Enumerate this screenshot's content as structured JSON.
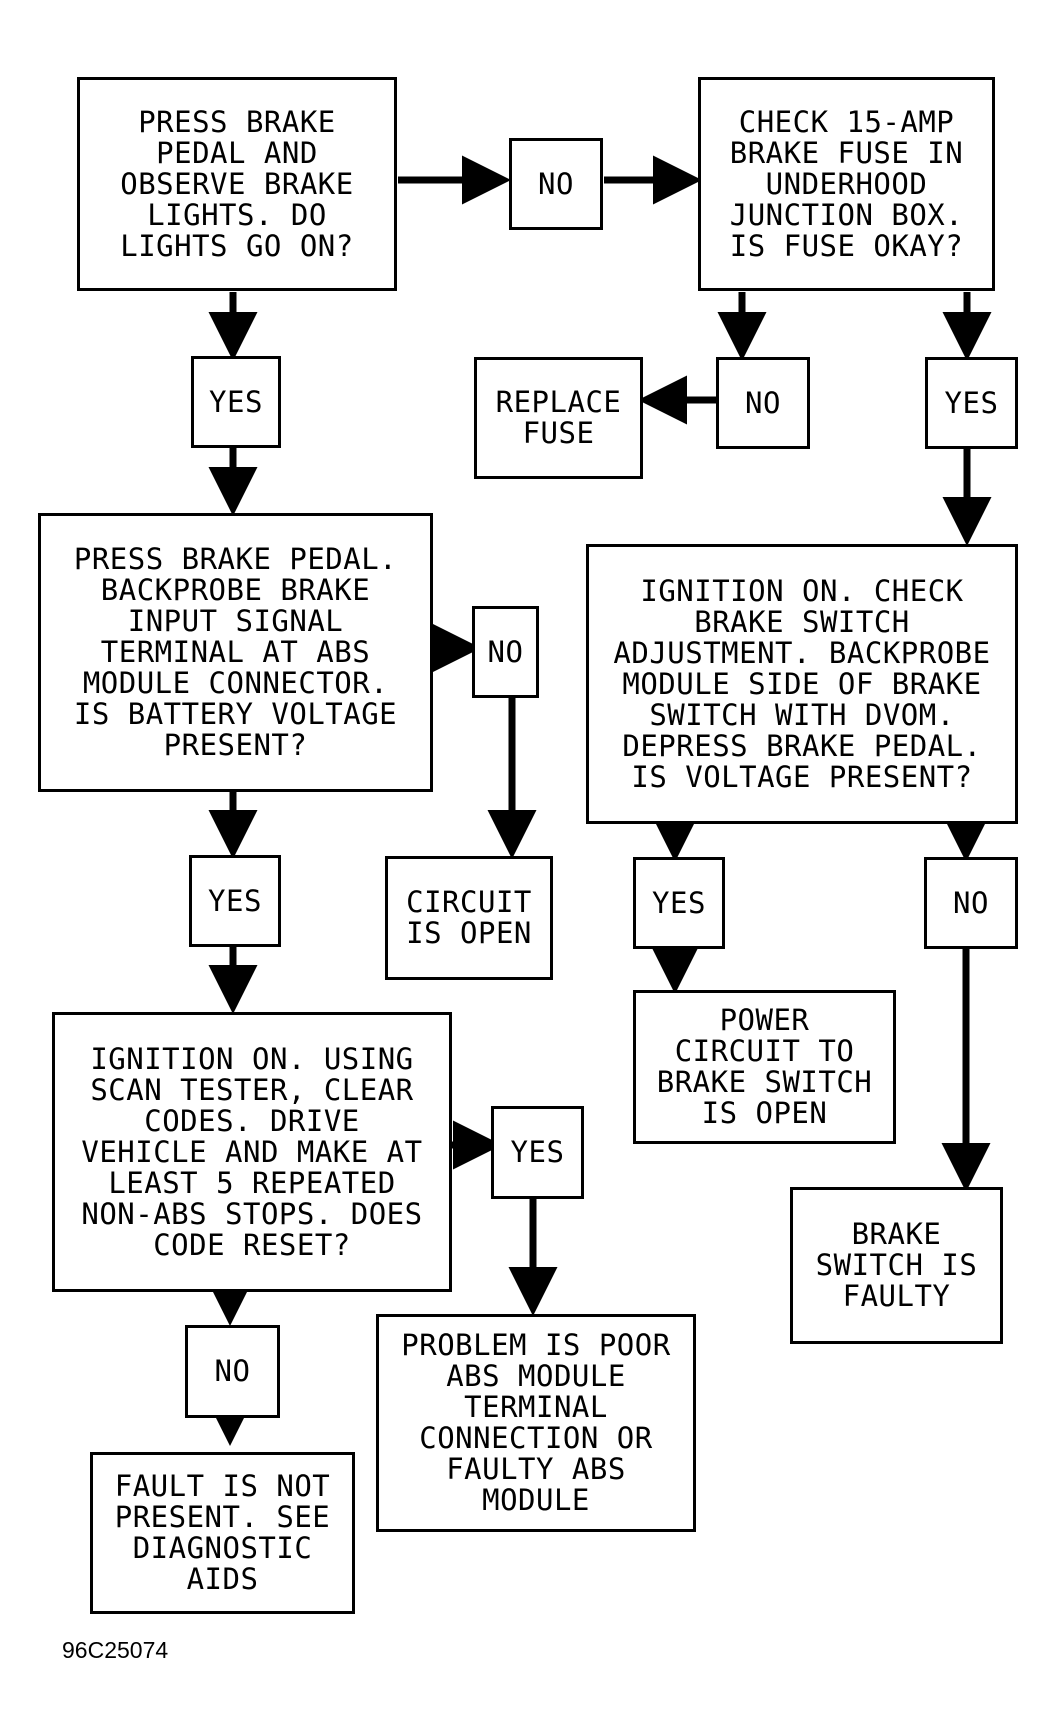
{
  "nodes": {
    "press_brake": "PRESS BRAKE\nPEDAL AND\nOBSERVE BRAKE\nLIGHTS. DO\nLIGHTS GO ON?",
    "no_1": "NO",
    "check_fuse": "CHECK 15-AMP\nBRAKE FUSE IN\nUNDERHOOD\nJUNCTION BOX.\nIS FUSE OKAY?",
    "yes_1": "YES",
    "replace_fuse": "REPLACE\nFUSE",
    "no_2": "NO",
    "yes_2": "YES",
    "backprobe_input": "PRESS BRAKE PEDAL.\nBACKPROBE BRAKE\nINPUT SIGNAL\nTERMINAL AT ABS\nMODULE CONNECTOR.\nIS BATTERY VOLTAGE\nPRESENT?",
    "no_3": "NO",
    "ignition_check": "IGNITION ON. CHECK\nBRAKE SWITCH\nADJUSTMENT. BACKPROBE\nMODULE SIDE OF BRAKE\nSWITCH WITH DVOM.\nDEPRESS BRAKE PEDAL.\nIS VOLTAGE PRESENT?",
    "yes_3": "YES",
    "circuit_open": "CIRCUIT\nIS OPEN",
    "yes_4": "YES",
    "no_4": "NO",
    "scan_tester": "IGNITION ON. USING\nSCAN TESTER, CLEAR\nCODES. DRIVE\nVEHICLE AND MAKE AT\nLEAST 5 REPEATED\nNON-ABS STOPS. DOES\nCODE RESET?",
    "power_circuit_open": "POWER\nCIRCUIT TO\nBRAKE SWITCH\nIS OPEN",
    "yes_5": "YES",
    "switch_faulty": "BRAKE\nSWITCH IS\nFAULTY",
    "problem_poor": "PROBLEM IS POOR\nABS MODULE\nTERMINAL\nCONNECTION OR\nFAULTY ABS\nMODULE",
    "no_5": "NO",
    "fault_not_present": "FAULT IS NOT\nPRESENT. SEE\nDIAGNOSTIC\nAIDS"
  },
  "figure_code": "96C25074"
}
